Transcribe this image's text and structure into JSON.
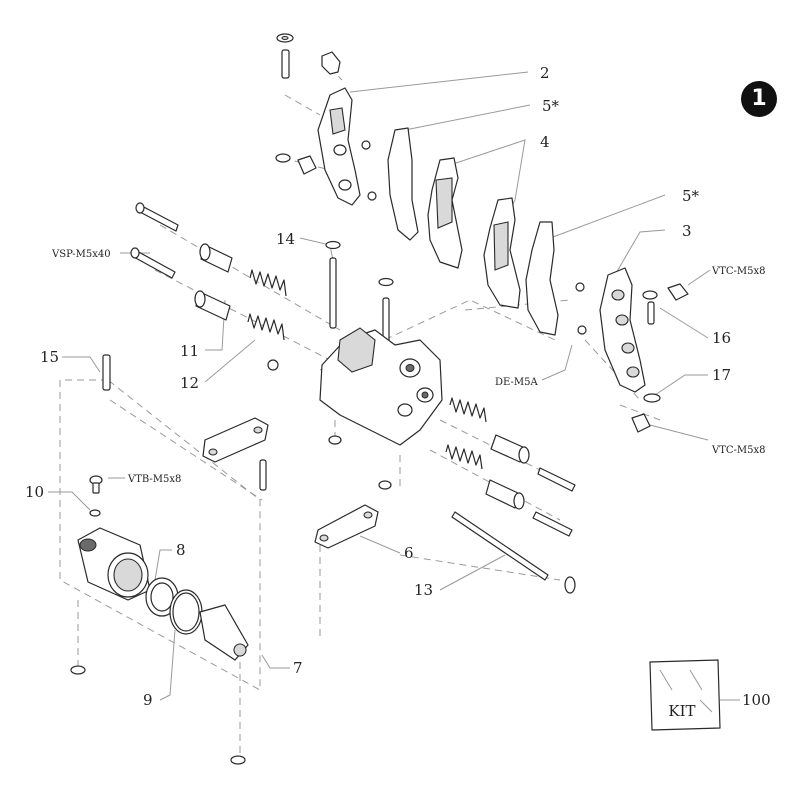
{
  "badge": "1",
  "kit_text": "KIT",
  "labels": {
    "n2": "2",
    "n5a": "5*",
    "n4": "4",
    "n5b": "5*",
    "n3": "3",
    "n14": "14",
    "vsp": "VSP-M5x40",
    "n11": "11",
    "n12": "12",
    "n15": "15",
    "vtb": "VTB-M5x8",
    "n10": "10",
    "n8": "8",
    "n9": "9",
    "n6": "6",
    "n7": "7",
    "n13": "13",
    "vtc1": "VTC-M5x8",
    "n16": "16",
    "dema": "DE-M5A",
    "n17": "17",
    "vtc2": "VTC-M5x8",
    "n100": "100"
  }
}
